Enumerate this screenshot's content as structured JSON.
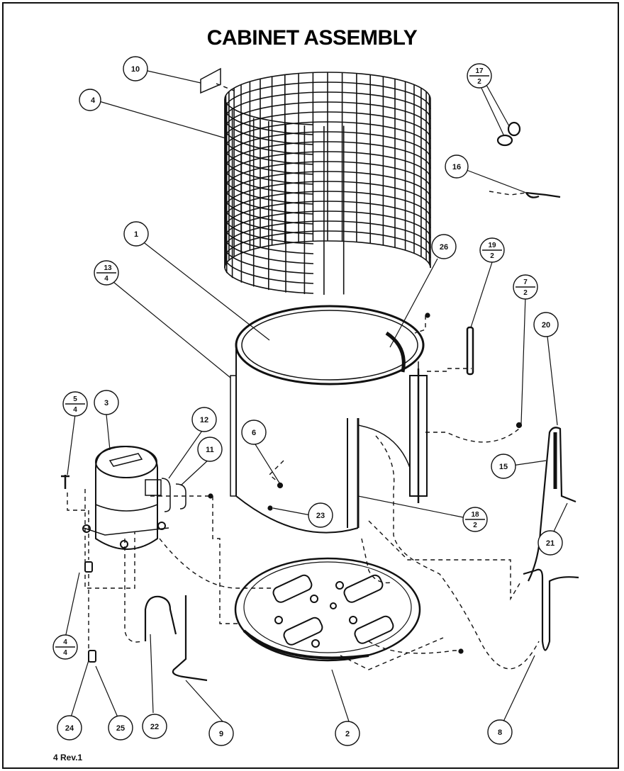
{
  "title": "CABINET ASSEMBLY",
  "footer": "4 Rev.1",
  "callouts": {
    "c1": "1",
    "c2": "2",
    "c3": "3",
    "c6": "6",
    "c8": "8",
    "c9": "9",
    "c10": "10",
    "c11": "11",
    "c12": "12",
    "c15": "15",
    "c16": "16",
    "c20": "20",
    "c21": "21",
    "c22": "22",
    "c23": "23",
    "c24": "24",
    "c25": "25",
    "c26": "26",
    "c4top": "4"
  },
  "fractions": {
    "f17": {
      "num": "17",
      "den": "2"
    },
    "f13": {
      "num": "13",
      "den": "4"
    },
    "f19": {
      "num": "19",
      "den": "2"
    },
    "f7": {
      "num": "7",
      "den": "2"
    },
    "f5": {
      "num": "5",
      "den": "4"
    },
    "f18": {
      "num": "18",
      "den": "2"
    },
    "f4": {
      "num": "4",
      "den": "4"
    }
  }
}
